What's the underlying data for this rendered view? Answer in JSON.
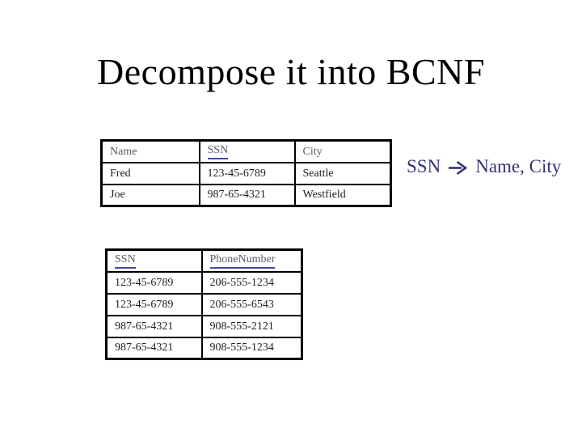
{
  "slide": {
    "title": "Decompose it into BCNF",
    "fd": {
      "lhs": "SSN",
      "arrow_icon": "right-arrow-icon",
      "rhs": "Name, City"
    },
    "tables": [
      {
        "name": "name-ssn-city-table",
        "columns": [
          {
            "label": "Name",
            "key": false
          },
          {
            "label": "SSN",
            "key": true
          },
          {
            "label": "City",
            "key": false
          }
        ],
        "rows": [
          [
            "Fred",
            "123-45-6789",
            "Seattle"
          ],
          [
            "Joe",
            "987-65-4321",
            "Westfield"
          ]
        ]
      },
      {
        "name": "ssn-phonenumber-table",
        "columns": [
          {
            "label": "SSN",
            "key": true
          },
          {
            "label": "PhoneNumber",
            "key": true
          }
        ],
        "rows": [
          [
            "123-45-6789",
            "206-555-1234"
          ],
          [
            "123-45-6789",
            "206-555-6543"
          ],
          [
            "987-65-4321",
            "908-555-2121"
          ],
          [
            "987-65-4321",
            "908-555-1234"
          ]
        ]
      }
    ],
    "colors": {
      "background": "#ffffff",
      "title_text": "#000000",
      "border": "#000000",
      "data_text": "#1f1f1f",
      "header_text": "#5a5a68",
      "key_underline": "#4747a5",
      "fd_text": "#333377"
    }
  }
}
